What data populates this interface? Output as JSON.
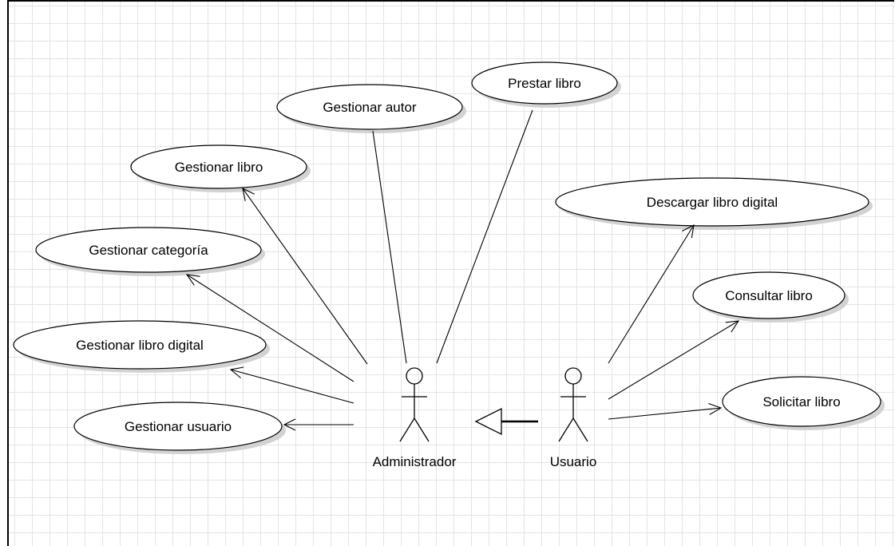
{
  "diagram": {
    "use_cases": {
      "prestar_libro": "Prestar libro",
      "gestionar_autor": "Gestionar autor",
      "gestionar_libro": "Gestionar libro",
      "gestionar_categoria": "Gestionar categoría",
      "gestionar_libro_digital": "Gestionar libro digital",
      "gestionar_usuario": "Gestionar usuario",
      "descargar_libro_digital": "Descargar libro digital",
      "consultar_libro": "Consultar libro",
      "solicitar_libro": "Solicitar libro"
    },
    "actors": {
      "administrador": "Administrador",
      "usuario": "Usuario"
    },
    "colors": {
      "grid": "#e4e4e4",
      "line": "#000000",
      "shadow": "#d2d2d2"
    }
  }
}
